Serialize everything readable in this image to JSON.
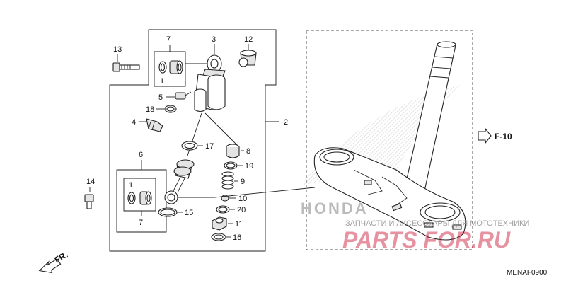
{
  "callouts": {
    "c1a": "1",
    "c1b": "1",
    "c2": "2",
    "c3": "3",
    "c4": "4",
    "c5": "5",
    "c6": "6",
    "c7a": "7",
    "c7b": "7",
    "c8": "8",
    "c9": "9",
    "c10": "10",
    "c11": "11",
    "c12": "12",
    "c13": "13",
    "c14": "14",
    "c15": "15",
    "c16": "16",
    "c17": "17",
    "c18": "18",
    "c19": "19",
    "c20": "20"
  },
  "ref_label": "F-10",
  "direction_label": "FR.",
  "diagram_code": "MENAF0900",
  "watermark": {
    "brand": "PARTS FOR.RU",
    "tagline": "ЗАПЧАСТИ И АКСЕССУАРЫ ДЛЯ МОТОТЕХНИКИ",
    "logo_text": "HONDA"
  }
}
